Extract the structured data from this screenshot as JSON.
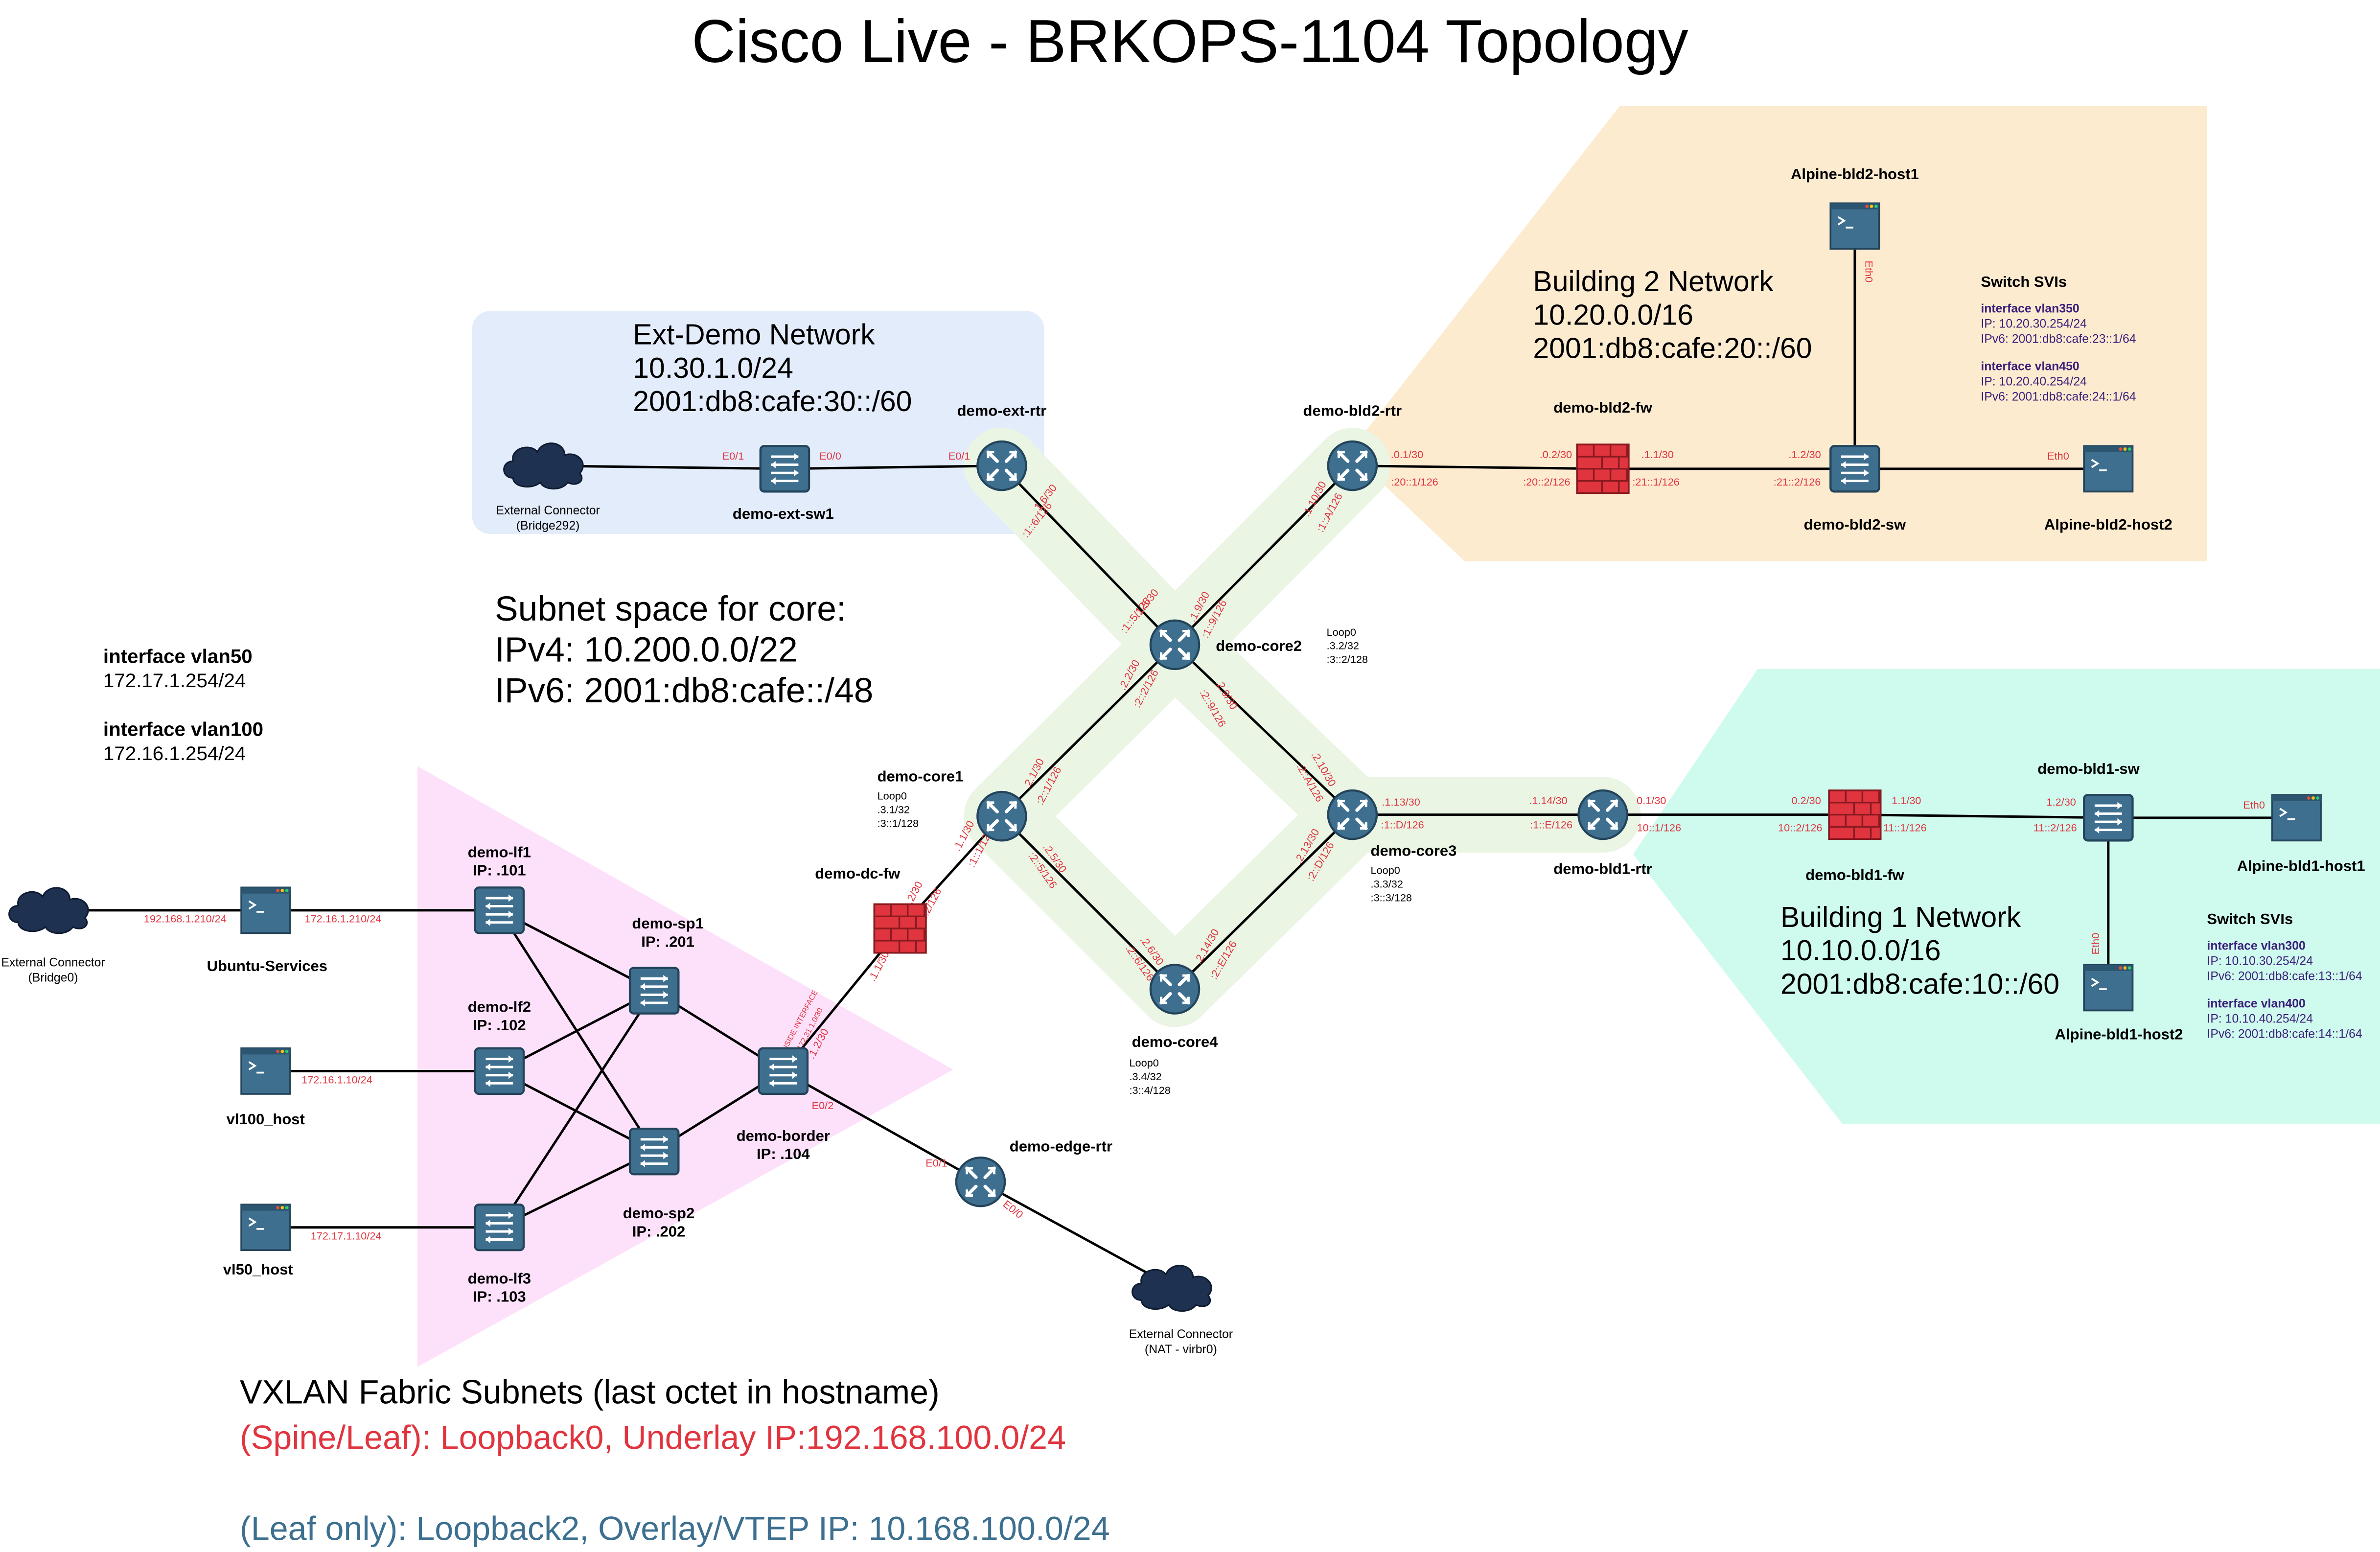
{
  "title": "Cisco Live  - BRKOPS-1104 Topology",
  "colors": {
    "device": "#3f6f8f",
    "firewall": "#e0343f",
    "link_label": "#e0343f",
    "ext_zone": "#e3ecfb",
    "bld2_zone": "#fdebd0",
    "bld1_zone": "#cffaee",
    "core_zone": "#eaf5e4",
    "fabric_zone": "#fde1fb",
    "cloud": "#1e3150"
  },
  "zones": {
    "ext": {
      "lines": [
        "Ext-Demo Network",
        "10.30.1.0/24",
        "2001:db8:cafe:30::/60"
      ]
    },
    "bld2": {
      "lines": [
        "Building 2 Network",
        "10.20.0.0/16",
        "2001:db8:cafe:20::/60"
      ]
    },
    "bld1": {
      "lines": [
        "Building 1 Network",
        "10.10.0.0/16",
        "2001:db8:cafe:10::/60"
      ]
    }
  },
  "core_subnet": {
    "lines": [
      "Subnet space for core:",
      "IPv4: 10.200.0.0/22",
      "IPv6: 2001:db8:cafe::/48"
    ]
  },
  "vlan_info": [
    {
      "name": "interface vlan50",
      "ip": "172.17.1.254/24"
    },
    {
      "name": "interface vlan100",
      "ip": "172.16.1.254/24"
    }
  ],
  "svis": {
    "bld2": {
      "heading": "Switch SVIs",
      "items": [
        {
          "name": "interface vlan350",
          "ip": "IP: 10.20.30.254/24",
          "ipv6": "IPv6: 2001:db8:cafe:23::1/64"
        },
        {
          "name": "interface vlan450",
          "ip": "IP: 10.20.40.254/24",
          "ipv6": "IPv6: 2001:db8:cafe:24::1/64"
        }
      ]
    },
    "bld1": {
      "heading": "Switch SVIs",
      "items": [
        {
          "name": "interface vlan300",
          "ip": "IP: 10.10.30.254/24",
          "ipv6": "IPv6: 2001:db8:cafe:13::1/64"
        },
        {
          "name": "interface vlan400",
          "ip": "IP: 10.10.40.254/24",
          "ipv6": "IPv6: 2001:db8:cafe:14::1/64"
        }
      ]
    }
  },
  "fabric": {
    "line1": "VXLAN Fabric Subnets (last octet in hostname)",
    "line2": "(Spine/Leaf): Loopback0, Underlay IP:192.168.100.0/24",
    "line3": "(Leaf only): Loopback2, Overlay/VTEP IP: 10.168.100.0/24"
  },
  "nodes": [
    {
      "id": "ext-conn-bridge292",
      "type": "cloud",
      "labels": [
        "External Connector",
        "(Bridge292)"
      ]
    },
    {
      "id": "demo-ext-sw1",
      "type": "switch",
      "labels": [
        "demo-ext-sw1"
      ]
    },
    {
      "id": "demo-ext-rtr",
      "type": "router",
      "labels": [
        "demo-ext-rtr"
      ]
    },
    {
      "id": "demo-bld2-rtr",
      "type": "router",
      "labels": [
        "demo-bld2-rtr"
      ]
    },
    {
      "id": "demo-bld2-fw",
      "type": "firewall",
      "labels": [
        "demo-bld2-fw"
      ]
    },
    {
      "id": "demo-bld2-sw",
      "type": "switch",
      "labels": [
        "demo-bld2-sw"
      ]
    },
    {
      "id": "alpine-bld2-host1",
      "type": "host",
      "labels": [
        "Alpine-bld2-host1"
      ]
    },
    {
      "id": "alpine-bld2-host2",
      "type": "host",
      "labels": [
        "Alpine-bld2-host2"
      ]
    },
    {
      "id": "demo-core2",
      "type": "router",
      "labels": [
        "demo-core2"
      ],
      "loop": [
        "Loop0",
        ".3.2/32",
        ":3::2/128"
      ]
    },
    {
      "id": "demo-core1",
      "type": "router",
      "labels": [
        "demo-core1"
      ],
      "loop": [
        "Loop0",
        ".3.1/32",
        ":3::1/128"
      ]
    },
    {
      "id": "demo-core3",
      "type": "router",
      "labels": [
        "demo-core3"
      ],
      "loop": [
        "Loop0",
        ".3.3/32",
        ":3::3/128"
      ]
    },
    {
      "id": "demo-core4",
      "type": "router",
      "labels": [
        "demo-core4"
      ],
      "loop": [
        "Loop0",
        ".3.4/32",
        ":3::4/128"
      ]
    },
    {
      "id": "demo-bld1-rtr",
      "type": "router",
      "labels": [
        "demo-bld1-rtr"
      ]
    },
    {
      "id": "demo-bld1-fw",
      "type": "firewall",
      "labels": [
        "demo-bld1-fw"
      ]
    },
    {
      "id": "demo-bld1-sw",
      "type": "switch",
      "labels": [
        "demo-bld1-sw"
      ]
    },
    {
      "id": "alpine-bld1-host1",
      "type": "host",
      "labels": [
        "Alpine-bld1-host1"
      ]
    },
    {
      "id": "alpine-bld1-host2",
      "type": "host",
      "labels": [
        "Alpine-bld1-host2"
      ]
    },
    {
      "id": "demo-dc-fw",
      "type": "firewall",
      "labels": [
        "demo-dc-fw"
      ]
    },
    {
      "id": "demo-border",
      "type": "switch",
      "labels": [
        "demo-border",
        "IP: .104"
      ]
    },
    {
      "id": "demo-edge-rtr",
      "type": "router",
      "labels": [
        "demo-edge-rtr"
      ]
    },
    {
      "id": "ext-conn-nat",
      "type": "cloud",
      "labels": [
        "External Connector",
        "(NAT - virbr0)"
      ]
    },
    {
      "id": "demo-sp1",
      "type": "switch",
      "labels": [
        "demo-sp1",
        "IP: .201"
      ]
    },
    {
      "id": "demo-sp2",
      "type": "switch",
      "labels": [
        "demo-sp2",
        "IP: .202"
      ]
    },
    {
      "id": "demo-lf1",
      "type": "switch",
      "labels": [
        "demo-lf1",
        "IP: .101"
      ]
    },
    {
      "id": "demo-lf2",
      "type": "switch",
      "labels": [
        "demo-lf2",
        "IP: .102"
      ]
    },
    {
      "id": "demo-lf3",
      "type": "switch",
      "labels": [
        "demo-lf3",
        "IP: .103"
      ]
    },
    {
      "id": "ubuntu-services",
      "type": "host",
      "labels": [
        "Ubuntu-Services"
      ]
    },
    {
      "id": "vl100-host",
      "type": "host",
      "labels": [
        "vl100_host"
      ]
    },
    {
      "id": "vl50-host",
      "type": "host",
      "labels": [
        "vl50_host"
      ]
    },
    {
      "id": "ext-conn-bridge0",
      "type": "cloud",
      "labels": [
        "External Connector",
        "(Bridge0)"
      ]
    }
  ],
  "links": [
    {
      "from": "ext-conn-bridge292",
      "to": "demo-ext-sw1",
      "labels": []
    },
    {
      "from": "demo-ext-sw1",
      "to": "demo-ext-rtr",
      "labels": [
        "E0/1",
        "E0/0",
        "E0/1"
      ]
    },
    {
      "from": "demo-ext-rtr",
      "to": "demo-core2",
      "labels": [
        ".1.6/30",
        ":1::6/126",
        ".1.5/30",
        ":1::5/126"
      ]
    },
    {
      "from": "demo-bld2-rtr",
      "to": "demo-core2",
      "labels": [
        ".1.10/30",
        ":1::A/126",
        ".1.9/30",
        ":1::9/126"
      ]
    },
    {
      "from": "demo-bld2-rtr",
      "to": "demo-bld2-fw",
      "labels": [
        ".0.1/30",
        ":20::1/126",
        ".0.2/30",
        ":20::2/126"
      ]
    },
    {
      "from": "demo-bld2-fw",
      "to": "demo-bld2-sw",
      "labels": [
        ".1.1/30",
        ":21::1/126",
        ".1.2/30",
        ":21::2/126"
      ]
    },
    {
      "from": "alpine-bld2-host1",
      "to": "demo-bld2-sw",
      "labels": [
        "Eth0"
      ]
    },
    {
      "from": "demo-bld2-sw",
      "to": "alpine-bld2-host2",
      "labels": [
        "Eth0"
      ]
    },
    {
      "from": "demo-core2",
      "to": "demo-core1",
      "labels": [
        ".2.2/30",
        ":2::2/126",
        ".2.1/30",
        ":2::1/126"
      ]
    },
    {
      "from": "demo-core2",
      "to": "demo-core3",
      "labels": [
        ".2.9/30",
        ":2::9/126",
        ".2.10/30",
        ":2::A/126"
      ]
    },
    {
      "from": "demo-core1",
      "to": "demo-core4",
      "labels": [
        ".2.5/30",
        ":2::5/126",
        ".2.6/30",
        ":2::6/126"
      ]
    },
    {
      "from": "demo-core3",
      "to": "demo-core4",
      "labels": [
        ".2.13/30",
        ":2::D/126",
        ".2.14/30",
        ":2::E/126"
      ]
    },
    {
      "from": "demo-core3",
      "to": "demo-bld1-rtr",
      "labels": [
        ".1.13/30",
        ":1::D/126",
        ".1.14/30",
        ":1::E/126"
      ]
    },
    {
      "from": "demo-bld1-rtr",
      "to": "demo-bld1-fw",
      "labels": [
        "0.1/30",
        "10::1/126",
        "0.2/30",
        "10::2/126"
      ]
    },
    {
      "from": "demo-bld1-fw",
      "to": "demo-bld1-sw",
      "labels": [
        "1.1/30",
        "11::1/126",
        "1.2/30",
        "11::2/126"
      ]
    },
    {
      "from": "demo-bld1-sw",
      "to": "alpine-bld1-host1",
      "labels": [
        "Eth0"
      ]
    },
    {
      "from": "demo-bld1-sw",
      "to": "alpine-bld1-host2",
      "labels": [
        "Eth0"
      ]
    },
    {
      "from": "demo-core1",
      "to": "demo-dc-fw",
      "labels": [
        ".1.1/30",
        ":1::1/126",
        ".1.2/30",
        ":1::2/126"
      ]
    },
    {
      "from": "demo-dc-fw",
      "to": "demo-border",
      "labels": [
        ".1.1/30",
        "INSIDE INTERFACE",
        "172.31.1.0/30",
        ".1.2/30"
      ]
    },
    {
      "from": "demo-border",
      "to": "demo-edge-rtr",
      "labels": [
        "E0/2",
        "E0/1"
      ]
    },
    {
      "from": "demo-edge-rtr",
      "to": "ext-conn-nat",
      "labels": [
        "E0/0"
      ]
    },
    {
      "from": "demo-sp1",
      "to": "demo-border",
      "labels": []
    },
    {
      "from": "demo-sp2",
      "to": "demo-border",
      "labels": []
    },
    {
      "from": "demo-lf1",
      "to": "demo-sp1",
      "labels": []
    },
    {
      "from": "demo-lf1",
      "to": "demo-sp2",
      "labels": []
    },
    {
      "from": "demo-lf2",
      "to": "demo-sp1",
      "labels": []
    },
    {
      "from": "demo-lf2",
      "to": "demo-sp2",
      "labels": []
    },
    {
      "from": "demo-lf3",
      "to": "demo-sp1",
      "labels": []
    },
    {
      "from": "demo-lf3",
      "to": "demo-sp2",
      "labels": []
    },
    {
      "from": "ext-conn-bridge0",
      "to": "ubuntu-services",
      "labels": [
        "192.168.1.210/24"
      ]
    },
    {
      "from": "ubuntu-services",
      "to": "demo-lf1",
      "labels": [
        "172.16.1.210/24"
      ]
    },
    {
      "from": "vl100-host",
      "to": "demo-lf2",
      "labels": [
        "172.16.1.10/24"
      ]
    },
    {
      "from": "vl50-host",
      "to": "demo-lf3",
      "labels": [
        "172.17.1.10/24"
      ]
    }
  ]
}
